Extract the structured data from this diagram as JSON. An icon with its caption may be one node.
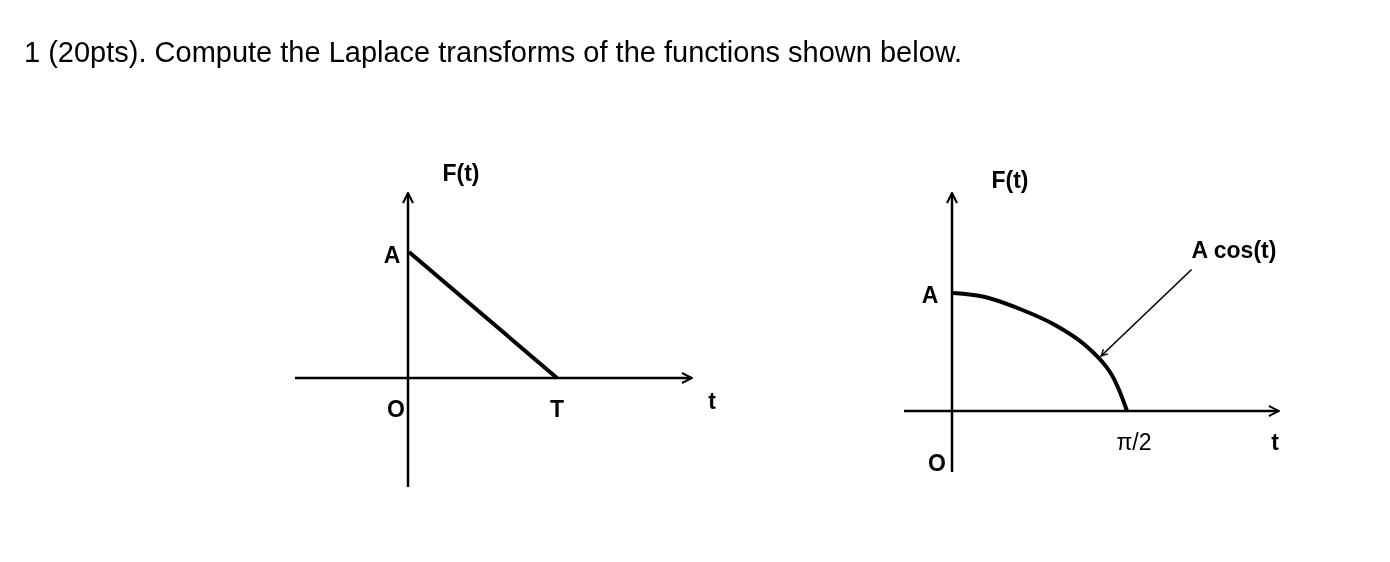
{
  "diagram": {
    "title": "1 (20pts). Compute the Laplace transforms of the functions shown below.",
    "nodes": [
      {
        "text": [
          "A cos(t)"
        ]
      },
      {
        "text": [],
        "shape": "curve"
      }
    ],
    "edges": [
      {
        "from": 0,
        "to": 1,
        "arrow": "to"
      }
    ],
    "labels": [
      "F(t)",
      "A",
      "O",
      "T",
      "t",
      "F(t)",
      "A",
      "O",
      "π/2",
      "t"
    ]
  }
}
